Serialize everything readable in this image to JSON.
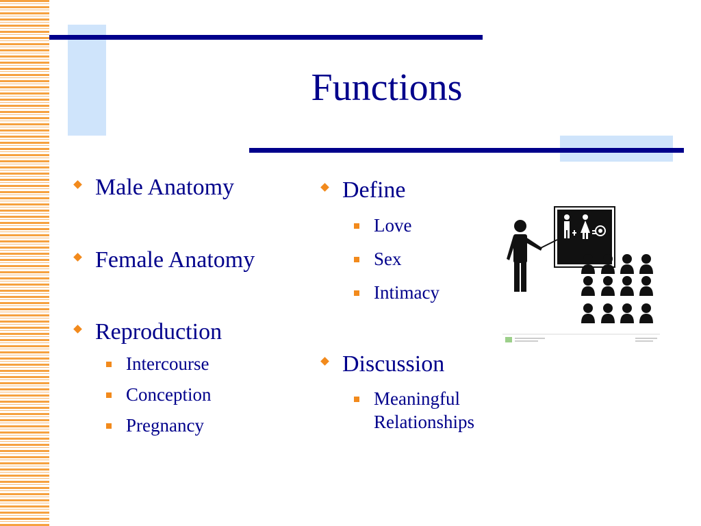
{
  "title": "Functions",
  "left_column": {
    "items": [
      {
        "label": "Male Anatomy",
        "subitems": []
      },
      {
        "label": "Female Anatomy",
        "subitems": []
      },
      {
        "label": "Reproduction",
        "subitems": [
          "Intercourse",
          "Conception",
          "Pregnancy"
        ]
      }
    ]
  },
  "right_column": {
    "items": [
      {
        "label": "Define",
        "subitems": [
          "Love",
          "Sex",
          "Intimacy"
        ]
      },
      {
        "label": "Discussion",
        "subitems": [
          "Meaningful",
          "Relationships"
        ]
      }
    ]
  },
  "illustration": {
    "icon": "teacher-presenting-to-audience-icon"
  },
  "colors": {
    "title": "#00008b",
    "rule": "#00008b",
    "bullet": "#f28a1c",
    "accent": "#cfe4fb",
    "stripes": "#f6a13f"
  }
}
